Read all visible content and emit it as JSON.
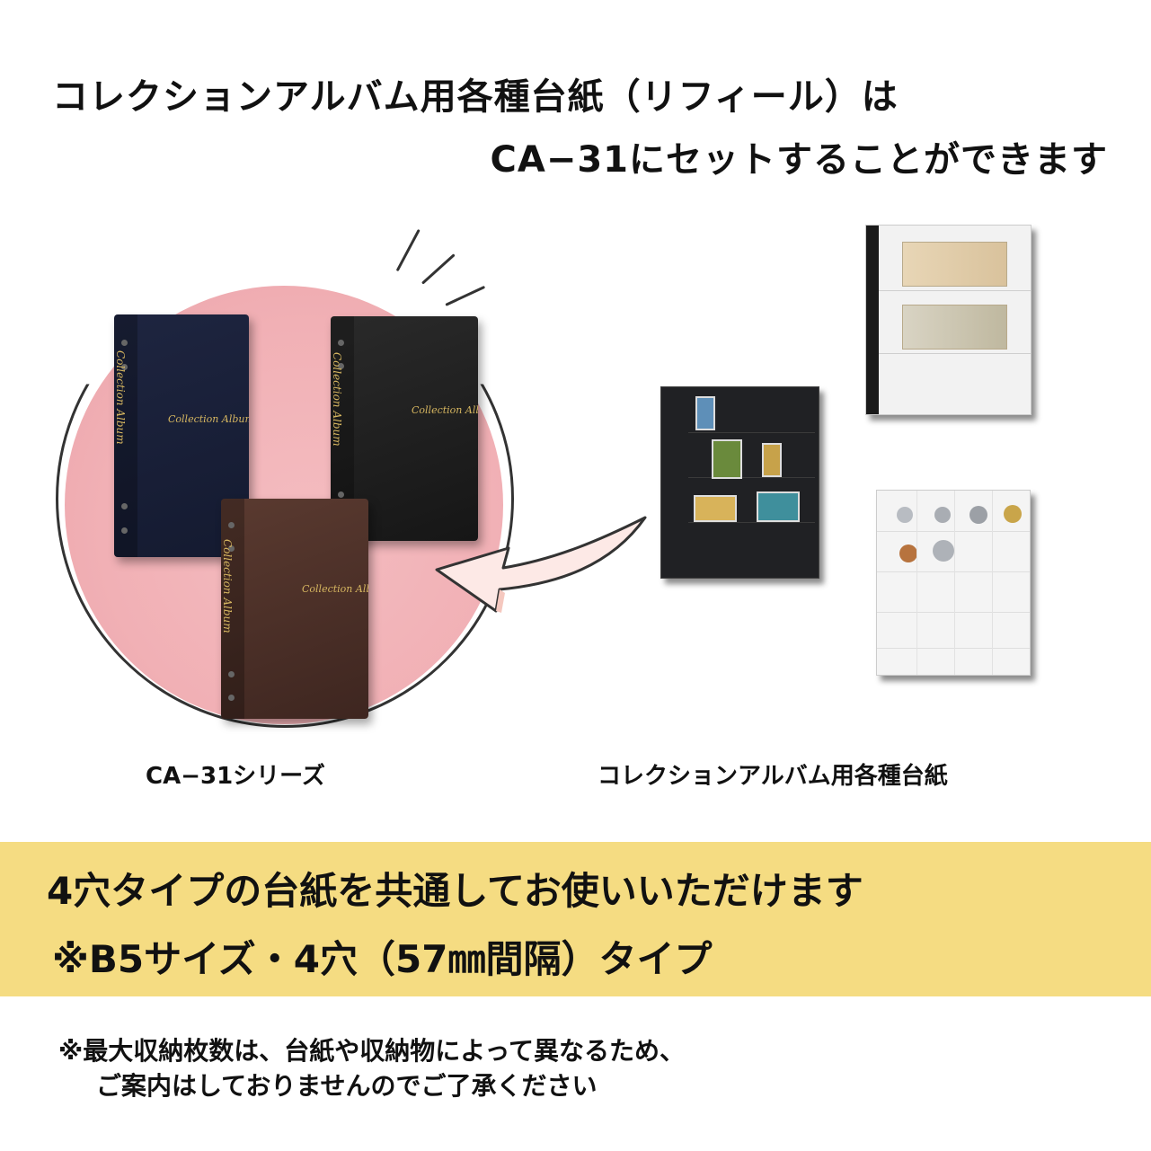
{
  "headline": {
    "line1": "コレクションアルバム用各種台紙（リフィール）は",
    "line2": "CA−31にセットすることができます"
  },
  "albums": {
    "cover_text": "Collection Album",
    "spine_text": "Collection Album"
  },
  "captions": {
    "series": "CA−31シリーズ",
    "refills": "コレクションアルバム用各種台紙"
  },
  "banner": {
    "line1": "4穴タイプの台紙を共通してお使いいただけます",
    "line2": "※B5サイズ・4穴（57㎜間隔）タイプ"
  },
  "notes": {
    "line1": "※最大収納枚数は、台紙や収納物によって異なるため、",
    "line2": "ご案内はしておりませんのでご了承ください"
  },
  "colors": {
    "circle": "#f1b0b5",
    "banner": "#f5dc82",
    "navy_album": "#1e2540",
    "black_album": "#222222",
    "brown_album": "#4c3028",
    "arrow_fill": "#fde9e6"
  }
}
